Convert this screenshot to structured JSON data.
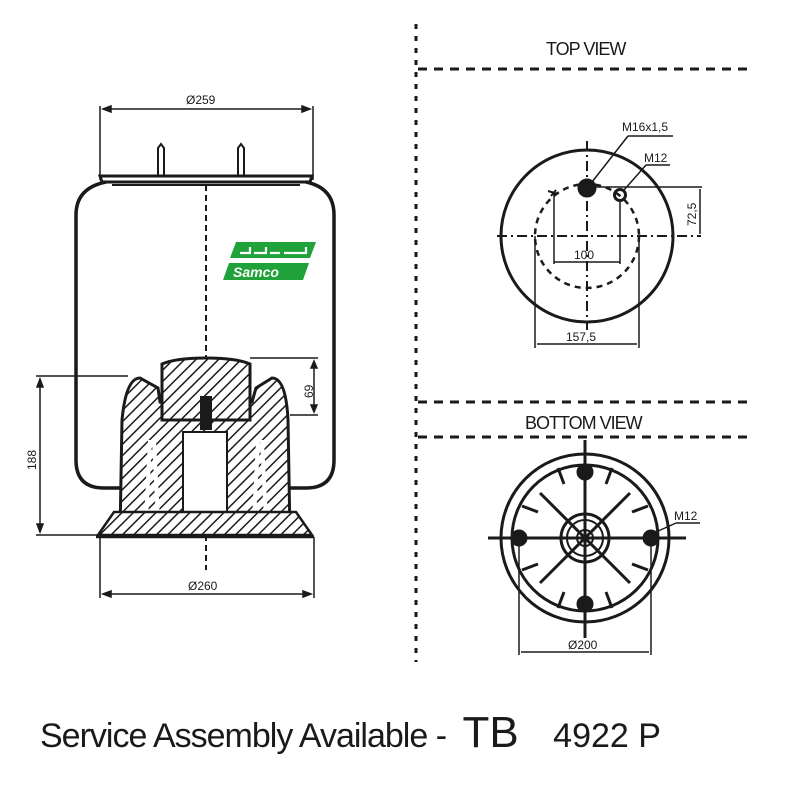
{
  "colors": {
    "line": "#1a1a1a",
    "logo_green": "#1fa23a",
    "background": "#ffffff"
  },
  "side_view": {
    "top_diameter": "Ø259",
    "bottom_diameter": "Ø260",
    "height": "188",
    "piston_height": "69"
  },
  "logo": {
    "arabic_text": "ساملو",
    "latin_text": "Samco"
  },
  "top_view": {
    "title": "TOP VIEW",
    "thread_large": "M16x1,5",
    "thread_small": "M12",
    "offset_vertical": "72,5",
    "bolt_spacing": "100",
    "circle_diameter": "157,5"
  },
  "bottom_view": {
    "title": "BOTTOM VIEW",
    "thread": "M12",
    "bolt_circle": "Ø200"
  },
  "footer": {
    "service_text": "Service Assembly Available -",
    "brand": "TB",
    "part_number": "4922 P"
  }
}
